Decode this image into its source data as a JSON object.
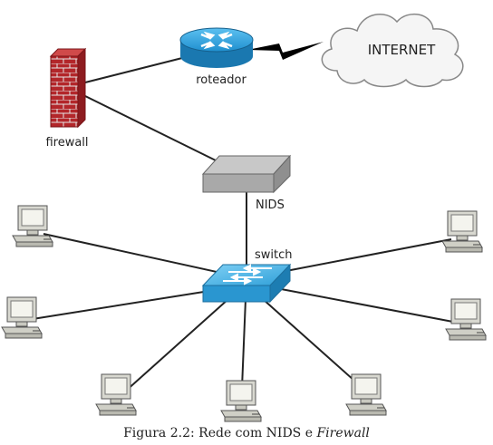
{
  "diagram": {
    "nodes": {
      "router": {
        "label": "roteador",
        "icon": "router-icon"
      },
      "internet": {
        "label": "INTERNET",
        "icon": "cloud-icon"
      },
      "firewall": {
        "label": "firewall",
        "icon": "brick-wall-icon"
      },
      "nids": {
        "label": "NIDS",
        "icon": "server-box-icon"
      },
      "switch": {
        "label": "switch",
        "icon": "network-switch-icon"
      },
      "workstations": [
        {
          "icon": "computer-icon"
        },
        {
          "icon": "computer-icon"
        },
        {
          "icon": "computer-icon"
        },
        {
          "icon": "computer-icon"
        },
        {
          "icon": "computer-icon"
        },
        {
          "icon": "computer-icon"
        },
        {
          "icon": "computer-icon"
        }
      ]
    },
    "links": [
      {
        "from": "firewall",
        "to": "router"
      },
      {
        "from": "router",
        "to": "internet",
        "style": "lightning"
      },
      {
        "from": "firewall",
        "to": "nids"
      },
      {
        "from": "nids",
        "to": "switch"
      },
      {
        "from": "switch",
        "to": "workstations"
      }
    ]
  },
  "caption": {
    "prefix": "Figura 2.2: Rede com NIDS e ",
    "emphasis": "Firewall",
    "suffix": ""
  },
  "colors": {
    "router_blue": "#1f8fcf",
    "switch_blue": "#2f9fd8",
    "firewall_red": "#b3262a",
    "nids_gray": "#a9a9a9",
    "line": "#222222"
  }
}
